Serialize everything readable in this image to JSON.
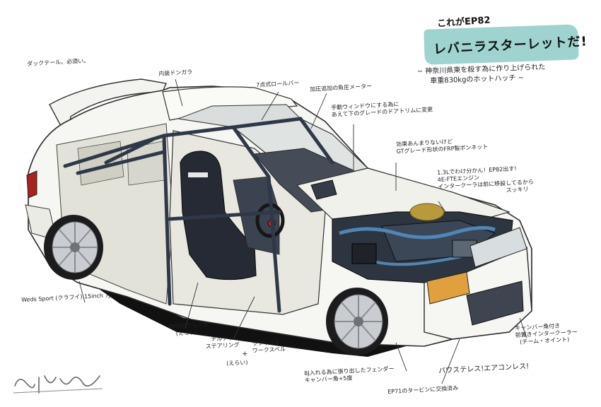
{
  "title": {
    "line1": "これがEP82",
    "main": "レバニラスターレットだ!",
    "sub1": "~ 神奈川県東を殺す為に作り上げられた",
    "sub2": "車重830kgのホットハッチ ~"
  },
  "labels": {
    "duck_tail": "ダックテール。必須い。",
    "interior": "内装ドンガラ",
    "roll_bar": "7点式ロールバー",
    "boost_meter": "加圧追加の負圧メーター",
    "manual_window": [
      "手動ウィンドウにする為に",
      "あえて下のグレードのドアトリムに変更"
    ],
    "frp_hood": [
      "効果あんまりないけど",
      "GTグレード形状のFRP製ボンネット"
    ],
    "engine": [
      "1.3Lでわけ分かん！EP82出す!",
      "4E-FTEエンジン",
      "インタークーラは前に移設してるから",
      "スッキリ"
    ],
    "wheels": "Weds Sport (クラフイ) 15inch 7J",
    "bride": [
      "BRIDEフルバケ",
      "(えらい)"
    ],
    "steering": [
      "ナルディ",
      "ステアリング"
    ],
    "plus": "+",
    "ralliart": [
      "ラフィクス",
      "ワークスベル"
    ],
    "steering_praise": "(えらい)",
    "fender": [
      "8J入れる為に張り出したフェンダー",
      "キャンバー角+5度"
    ],
    "power_steering": "パワステレス!エアコンレス!",
    "intercooler": [
      "キャンバー角付き",
      "前置きインタークーラー",
      "(チーム・オイント)"
    ],
    "turbine": "EP71のタービンに交換済み"
  },
  "colors": {
    "body": "#f6f6f2",
    "interior": "#e2e2d8",
    "cage": "#2e3848",
    "seat": "#262a34",
    "tire": "#1c1c1e",
    "rim": "#c9ccd0",
    "glass": "#d9dddd",
    "engine_blue": "#4f86b6",
    "intake_gold": "#b89a3c",
    "indicator": "#e0a03e",
    "tail_light": "#a8231f",
    "accent_teal": "#9ed3cf",
    "shadow": "#111111"
  }
}
